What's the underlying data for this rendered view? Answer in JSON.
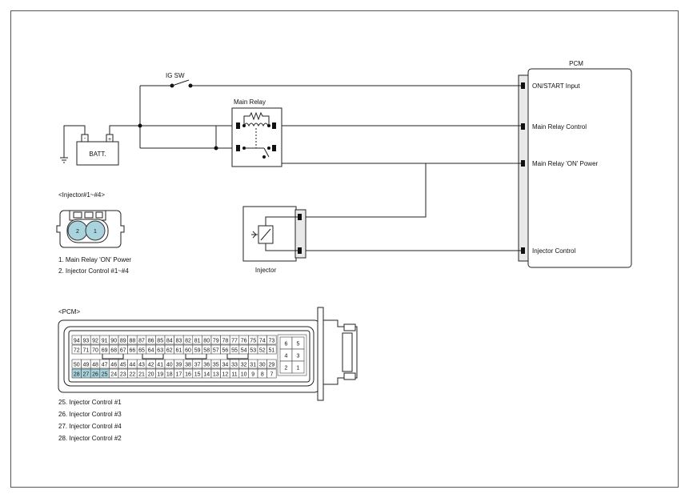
{
  "pcm": {
    "title": "PCM",
    "pins": [
      "ON/START Input",
      "Main Relay Control",
      "Main Relay 'ON' Power",
      "Injector Control"
    ]
  },
  "ig_sw": "IG SW",
  "main_relay": "Main Relay",
  "battery": "BATT.",
  "battery_minus": "-",
  "battery_plus": "+",
  "injector": {
    "label": "Injector",
    "connector_title": "<Injector#1~#4>",
    "pin_2": "2",
    "pin_1": "1",
    "legend": [
      "1.  Main Relay 'ON' Power",
      "2. Injector Control #1~#4"
    ]
  },
  "pcm_connector": {
    "title": "<PCM>",
    "row1": [
      "94",
      "93",
      "92",
      "91",
      "90",
      "89",
      "88",
      "87",
      "86",
      "85",
      "84",
      "83",
      "82",
      "81",
      "80",
      "79",
      "78",
      "77",
      "76",
      "75",
      "74",
      "73"
    ],
    "row2": [
      "72",
      "71",
      "70",
      "69",
      "68",
      "67",
      "66",
      "65",
      "64",
      "63",
      "62",
      "61",
      "60",
      "59",
      "58",
      "57",
      "56",
      "55",
      "54",
      "53",
      "52",
      "51"
    ],
    "row3": [
      "50",
      "49",
      "48",
      "47",
      "46",
      "45",
      "44",
      "43",
      "42",
      "41",
      "40",
      "39",
      "38",
      "37",
      "36",
      "35",
      "34",
      "33",
      "32",
      "31",
      "30",
      "29"
    ],
    "row4": [
      "28",
      "27",
      "26",
      "25",
      "24",
      "23",
      "22",
      "21",
      "20",
      "19",
      "18",
      "17",
      "16",
      "15",
      "14",
      "13",
      "12",
      "11",
      "10",
      "9",
      "8",
      "7"
    ],
    "side": [
      [
        "6",
        "5"
      ],
      [
        "4",
        "3"
      ],
      [
        "2",
        "1"
      ]
    ],
    "highlighted": [
      "28",
      "27",
      "26",
      "25"
    ],
    "legend": [
      "25. Injector Control #1",
      "26. Injector Control #3",
      "27. Injector Control #4",
      "28. Injector Control #2"
    ]
  }
}
